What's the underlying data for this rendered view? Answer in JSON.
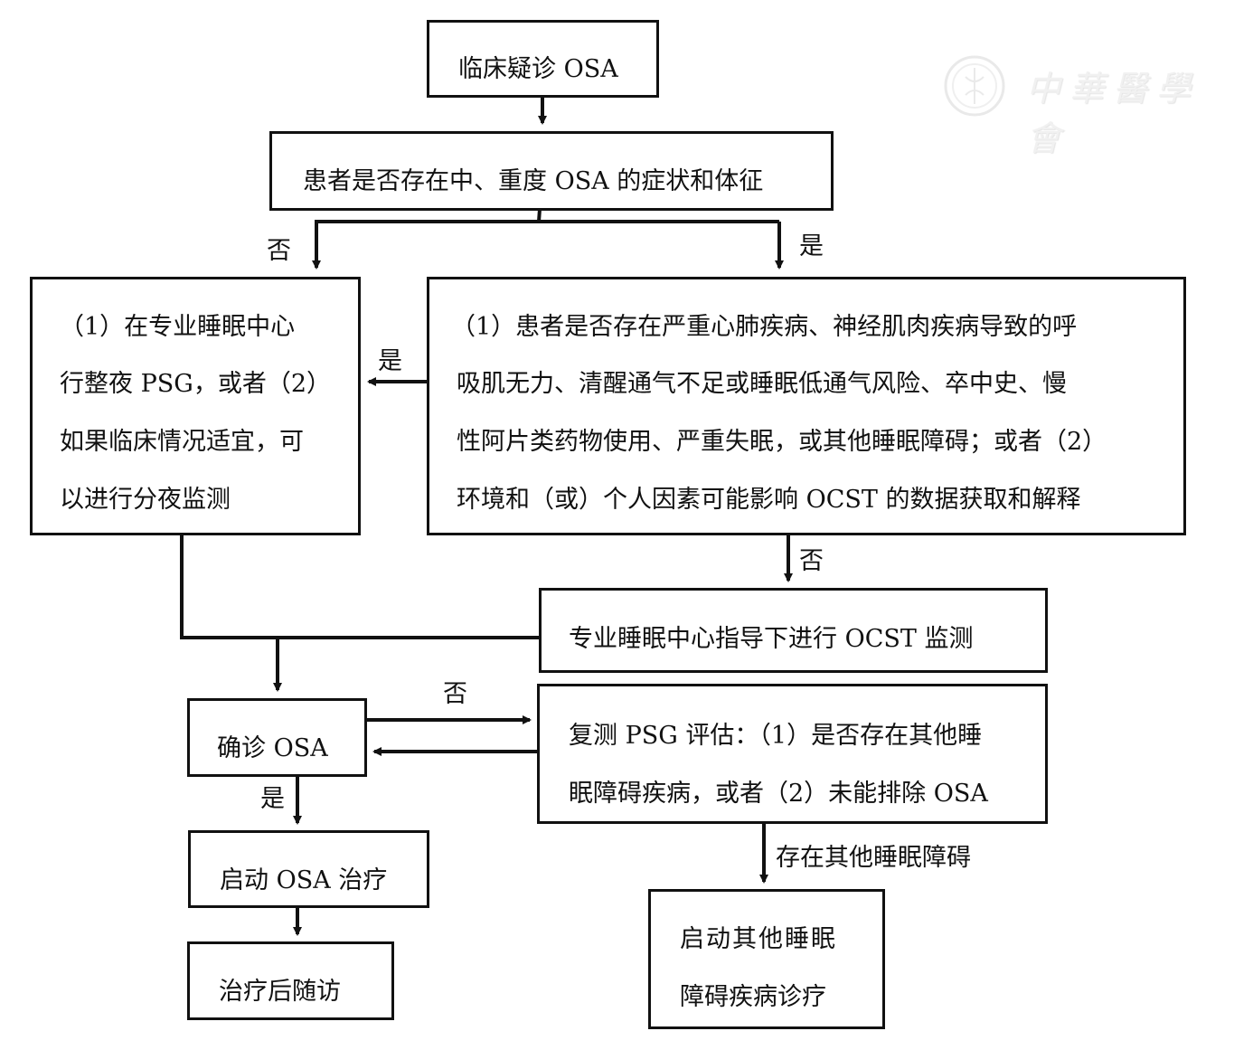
{
  "watermark": {
    "org_name": "中華醫學會",
    "emblem": "chinese-medical-association-emblem"
  },
  "nodes": {
    "start": "临床疑诊 OSA",
    "q_symptoms": "患者是否存在中、重度 OSA 的症状和体征",
    "psg_lab": [
      "（1）在专业睡眠中心",
      "行整夜 PSG，或者（2）",
      "如果临床情况适宜，可",
      "以进行分夜监测"
    ],
    "q_comorbid": [
      "（1）患者是否存在严重心肺疾病、神经肌肉疾病导致的呼",
      "吸肌无力、清醒通气不足或睡眠低通气风险、卒中史、慢",
      "性阿片类药物使用、严重失眠，或其他睡眠障碍；或者（2）",
      "环境和（或）个人因素可能影响 OCST 的数据获取和解释"
    ],
    "ocst": "专业睡眠中心指导下进行 OCST 监测",
    "confirm": "确诊 OSA",
    "retest": [
      "复测 PSG 评估：（1）是否存在其他睡",
      "眠障碍疾病，或者（2）未能排除 OSA"
    ],
    "start_treatment": "启动 OSA 治疗",
    "followup": "治疗后随访",
    "other_dx": [
      "启动其他睡眠",
      "障碍疾病诊疗"
    ]
  },
  "edge_labels": {
    "symptoms_no": "否",
    "symptoms_yes": "是",
    "comorbid_yes": "是",
    "comorbid_no": "否",
    "confirm_no": "否",
    "confirm_yes": "是",
    "other_sleep_disorder": "存在其他睡眠障碍"
  }
}
